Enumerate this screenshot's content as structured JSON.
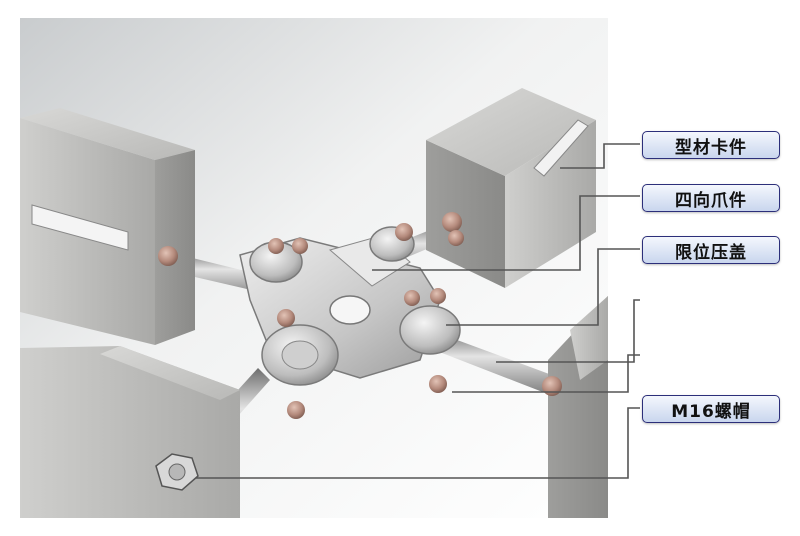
{
  "labels": {
    "profile_clamp": "型材卡件",
    "four_way_claw": "四向爪件",
    "limit_cover": "限位压盖",
    "m16_nut": "M16螺帽"
  },
  "colors": {
    "label_border": "#2c2f7a",
    "label_fill": "#dbe4f5",
    "leader_line": "#555555",
    "steel": "#b8b8b8",
    "copper_nut": "#b48a7c"
  }
}
